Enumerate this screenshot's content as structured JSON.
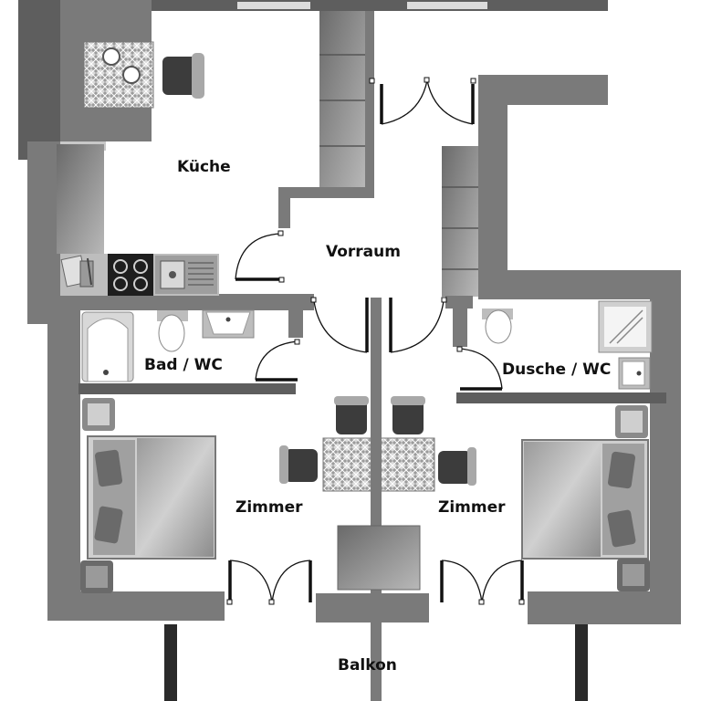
{
  "rooms": {
    "kitchen": "Küche",
    "hall": "Vorraum",
    "bath_left": "Bad / WC",
    "shower_right": "Dusche / WC",
    "room_left": "Zimmer",
    "room_right": "Zimmer",
    "balcony": "Balkon"
  },
  "colors": {
    "wall": "#7a7a7a",
    "wall_dark": "#5e5e5e",
    "furniture": "#8a8a8a",
    "background": "#ffffff"
  }
}
